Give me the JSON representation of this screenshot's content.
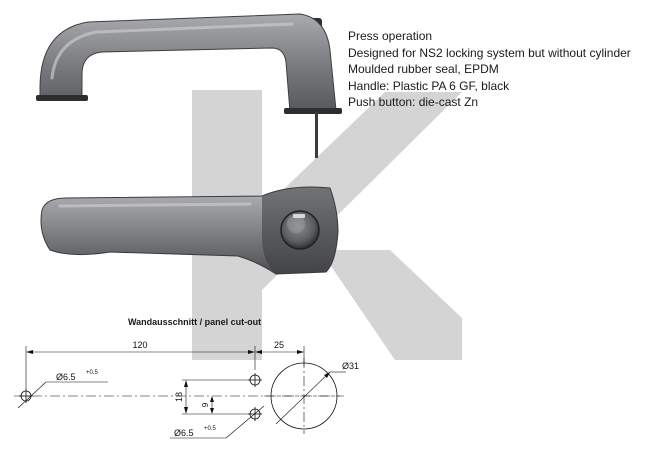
{
  "specs": [
    "Press operation",
    "Designed for NS2 locking system but without cylinder",
    "Moulded rubber seal, EPDM",
    "Handle: Plastic PA 6 GF, black",
    "Push button: die-cast Zn"
  ],
  "cutout": {
    "title": "Wandausschnitt / panel cut-out",
    "dim_width": "120",
    "dim_offset": "25",
    "dim_height": "18",
    "dim_small": "9",
    "hole_diameter": "Ø6.5",
    "hole_tolerance": "+0.5",
    "cylinder_diameter": "Ø31"
  },
  "colors": {
    "watermark": "#cfcfcf",
    "handle_body": "#7d7f82",
    "handle_dark": "#3a3b3d",
    "line": "#111111"
  }
}
